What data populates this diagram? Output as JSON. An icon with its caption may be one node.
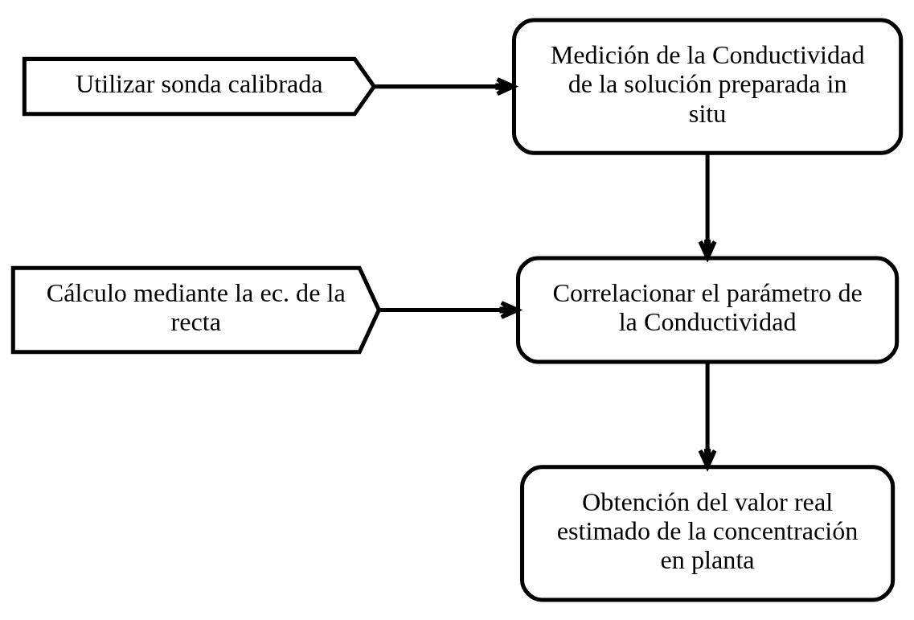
{
  "diagram": {
    "nodes": [
      {
        "text": [
          "Utilizar sonda calibrada"
        ]
      },
      {
        "text": [
          "Medición de la Conductividad de la solución preparada in situ"
        ]
      },
      {
        "text": [
          "Cálculo mediante la ec. de la recta"
        ]
      },
      {
        "text": [
          "Correlacionar el parámetro de la Conductividad"
        ]
      },
      {
        "text": [
          "Obtención del valor real estimado de la concentración en planta"
        ]
      }
    ],
    "edges": [
      {
        "from": 0,
        "to": 1,
        "arrow": "to"
      },
      {
        "from": 1,
        "to": 3,
        "arrow": "to"
      },
      {
        "from": 2,
        "to": 3,
        "arrow": "to"
      },
      {
        "from": 3,
        "to": 4,
        "arrow": "to"
      }
    ]
  }
}
